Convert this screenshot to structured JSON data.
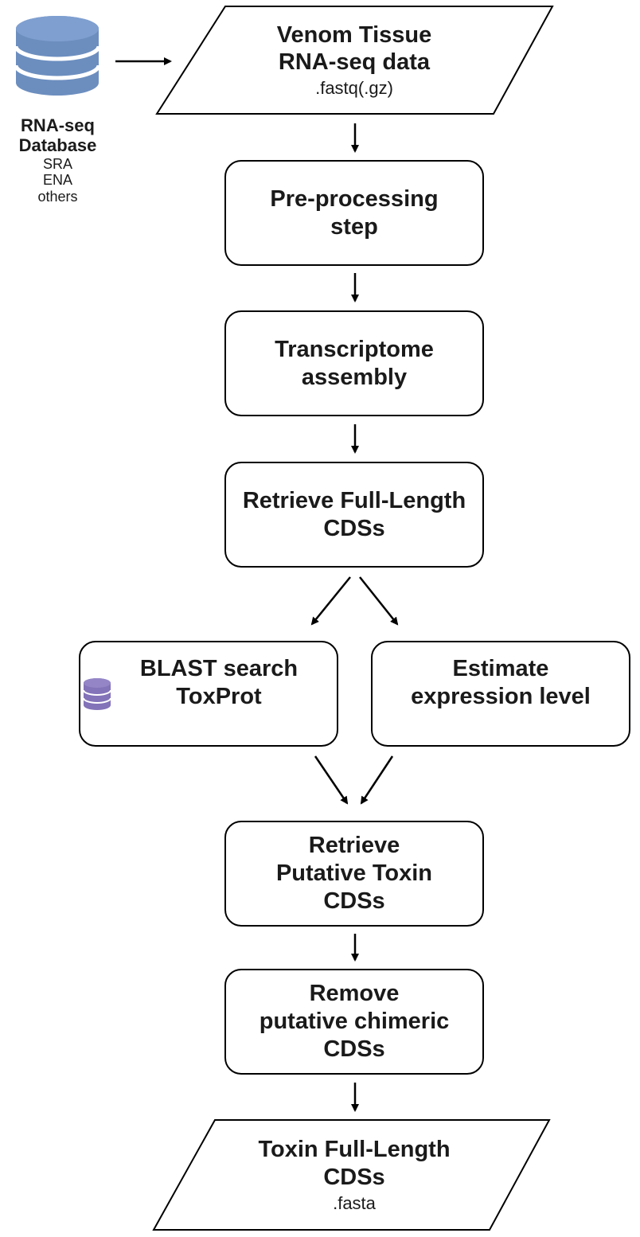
{
  "database": {
    "title_line1": "RNA-seq",
    "title_line2": "Database",
    "sources": [
      "SRA",
      "ENA",
      "others"
    ],
    "icon": "database-icon",
    "icon_color": "#6c8ebf"
  },
  "input": {
    "line1": "Venom Tissue",
    "line2": "RNA-seq data",
    "format": ".fastq(.gz)"
  },
  "steps": {
    "preprocessing": {
      "line1": "Pre-processing",
      "line2": "step"
    },
    "assembly": {
      "line1": "Transcriptome",
      "line2": "assembly"
    },
    "retrieve_full": {
      "line1": "Retrieve Full-Length",
      "line2": "CDSs"
    },
    "blast": {
      "line1": "BLAST search",
      "line2": "ToxProt",
      "icon": "database-icon",
      "icon_color": "#8373b8"
    },
    "expression": {
      "line1": "Estimate",
      "line2": "expression level"
    },
    "retrieve_toxin": {
      "line1": "Retrieve",
      "line2": "Putative Toxin",
      "line3": "CDSs"
    },
    "remove_chimeric": {
      "line1": "Remove",
      "line2": "putative chimeric",
      "line3": "CDSs"
    }
  },
  "output": {
    "line1": "Toxin Full-Length",
    "line2": "CDSs",
    "format": ".fasta"
  }
}
